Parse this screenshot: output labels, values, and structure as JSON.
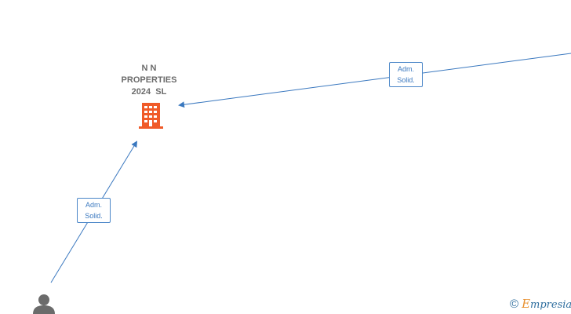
{
  "company": {
    "name_lines": [
      "N N",
      "PROPERTIES",
      "2024  SL"
    ],
    "icon": "building-icon",
    "color": "#f05a28"
  },
  "relations": [
    {
      "label_lines": [
        "Adm.",
        "Solid."
      ]
    },
    {
      "label_lines": [
        "Adm.",
        "Solid."
      ]
    }
  ],
  "person": {
    "icon": "person-icon",
    "color": "#6b6b6b"
  },
  "edge_color": "#3a78bf",
  "watermark": {
    "symbol": "©",
    "brand_initial": "E",
    "brand_rest": "mpresia"
  }
}
